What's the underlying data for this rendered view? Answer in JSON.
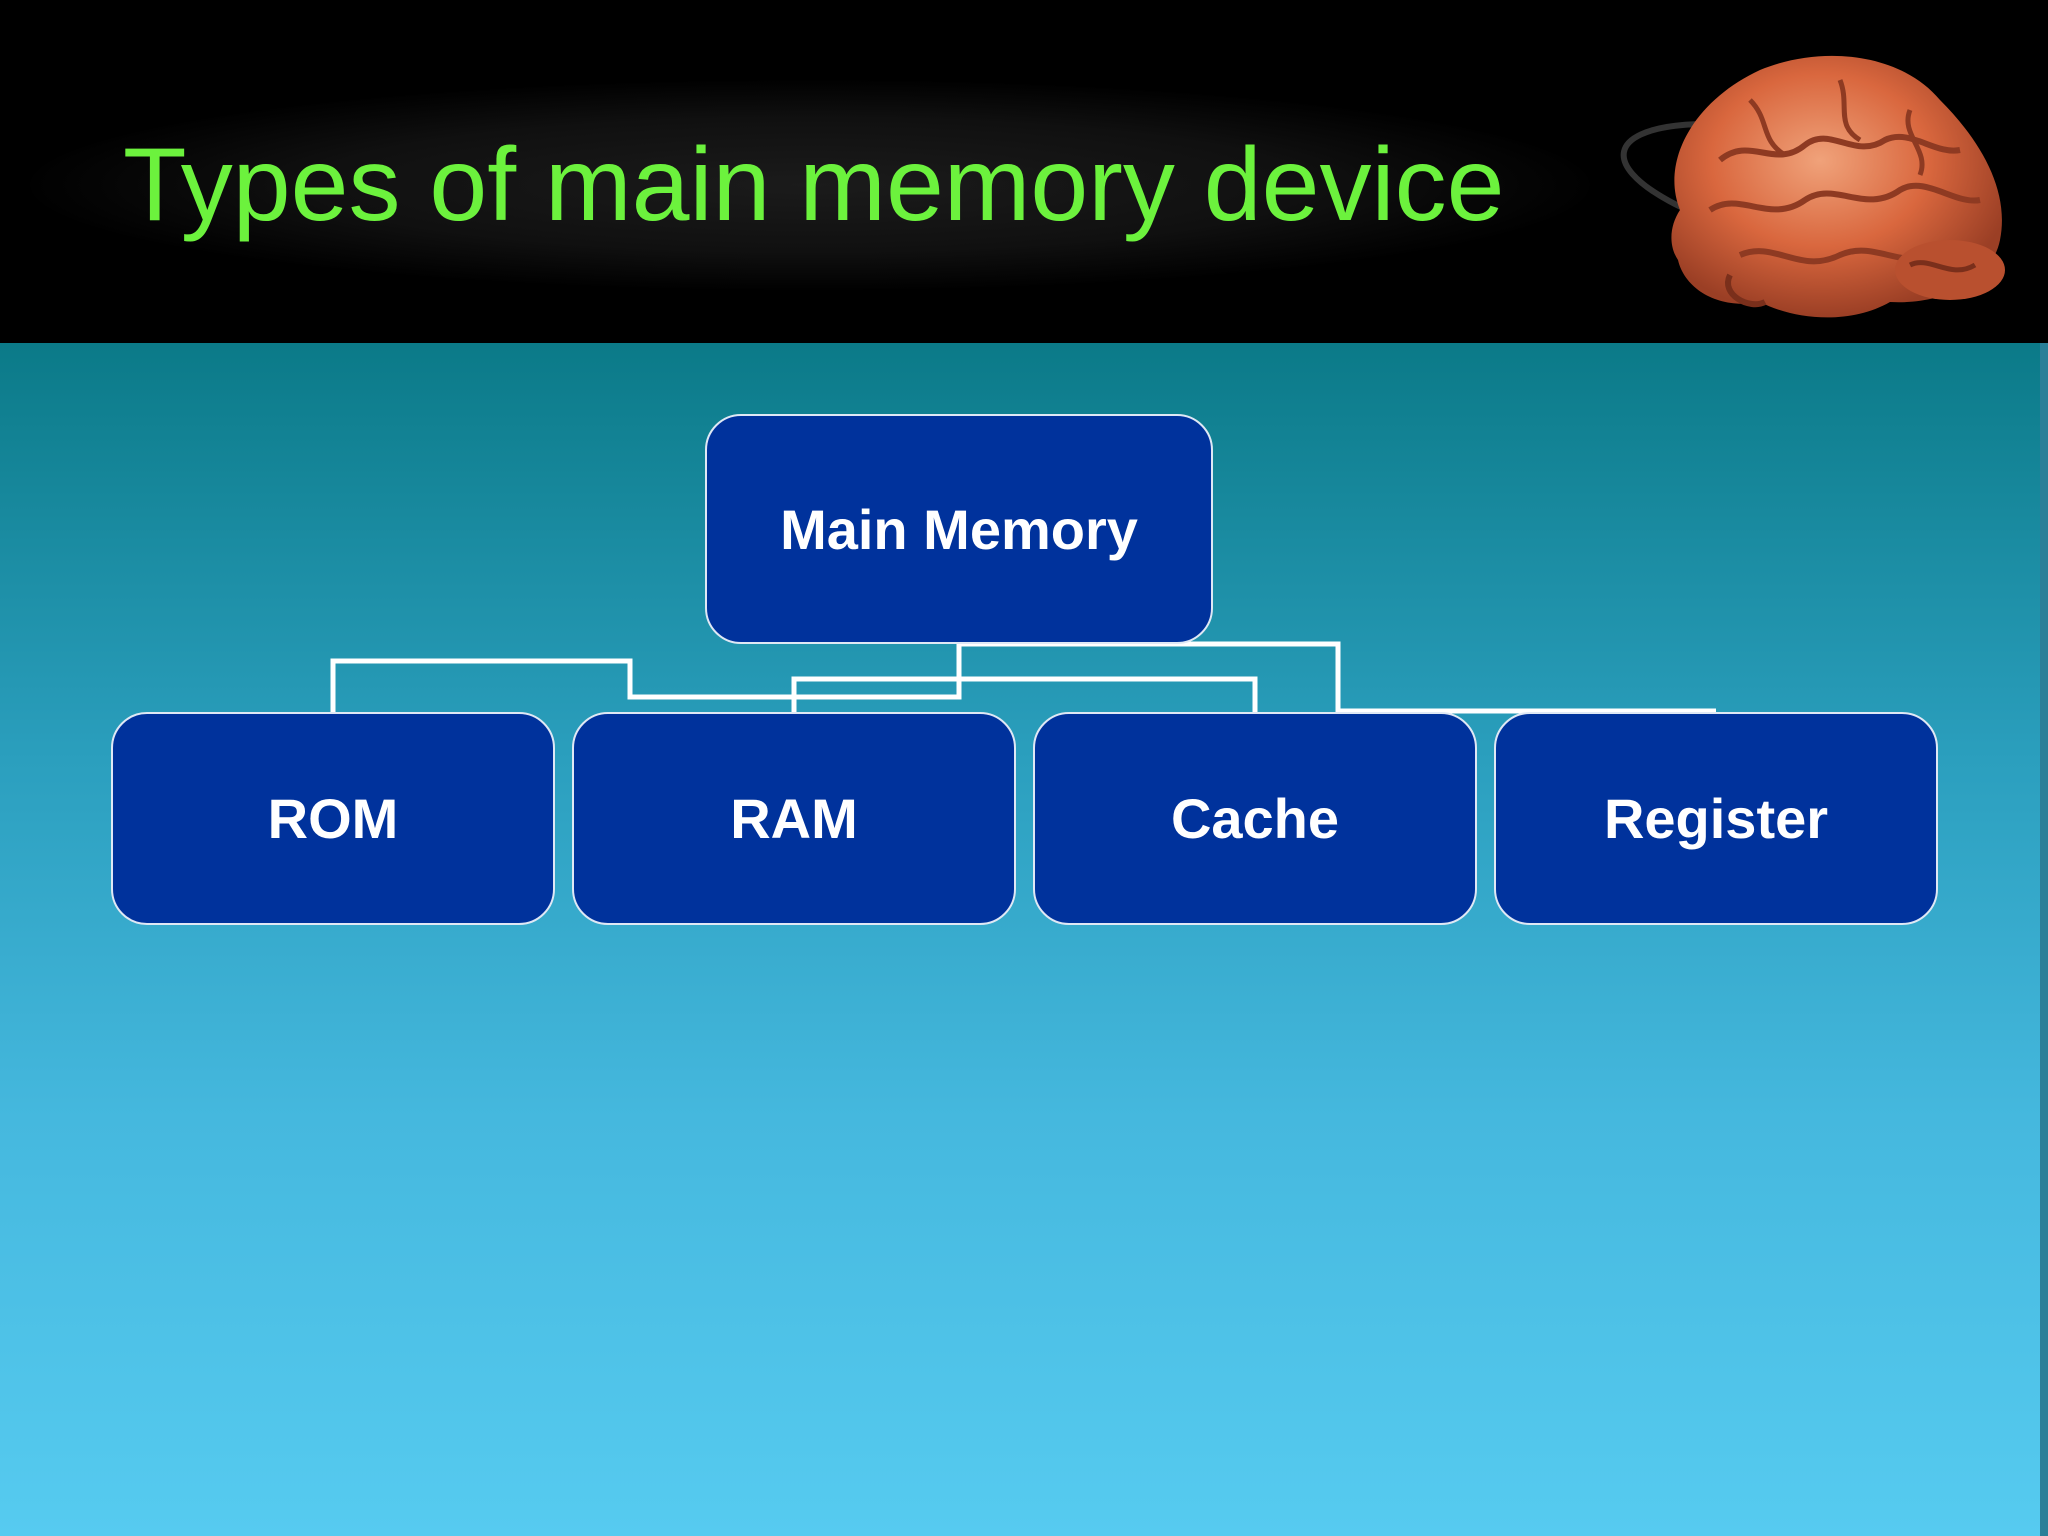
{
  "slide": {
    "title": "Types of main memory device"
  },
  "diagram": {
    "root": {
      "label": "Main Memory"
    },
    "children": [
      {
        "label": "ROM"
      },
      {
        "label": "RAM"
      },
      {
        "label": "Cache"
      },
      {
        "label": "Register"
      }
    ]
  },
  "colors": {
    "title": "#6cf23d",
    "node_fill": "#00329c",
    "node_border": "#dfe8f5",
    "connector": "#ffffff"
  },
  "icons": {
    "header_image": "brain-icon"
  }
}
